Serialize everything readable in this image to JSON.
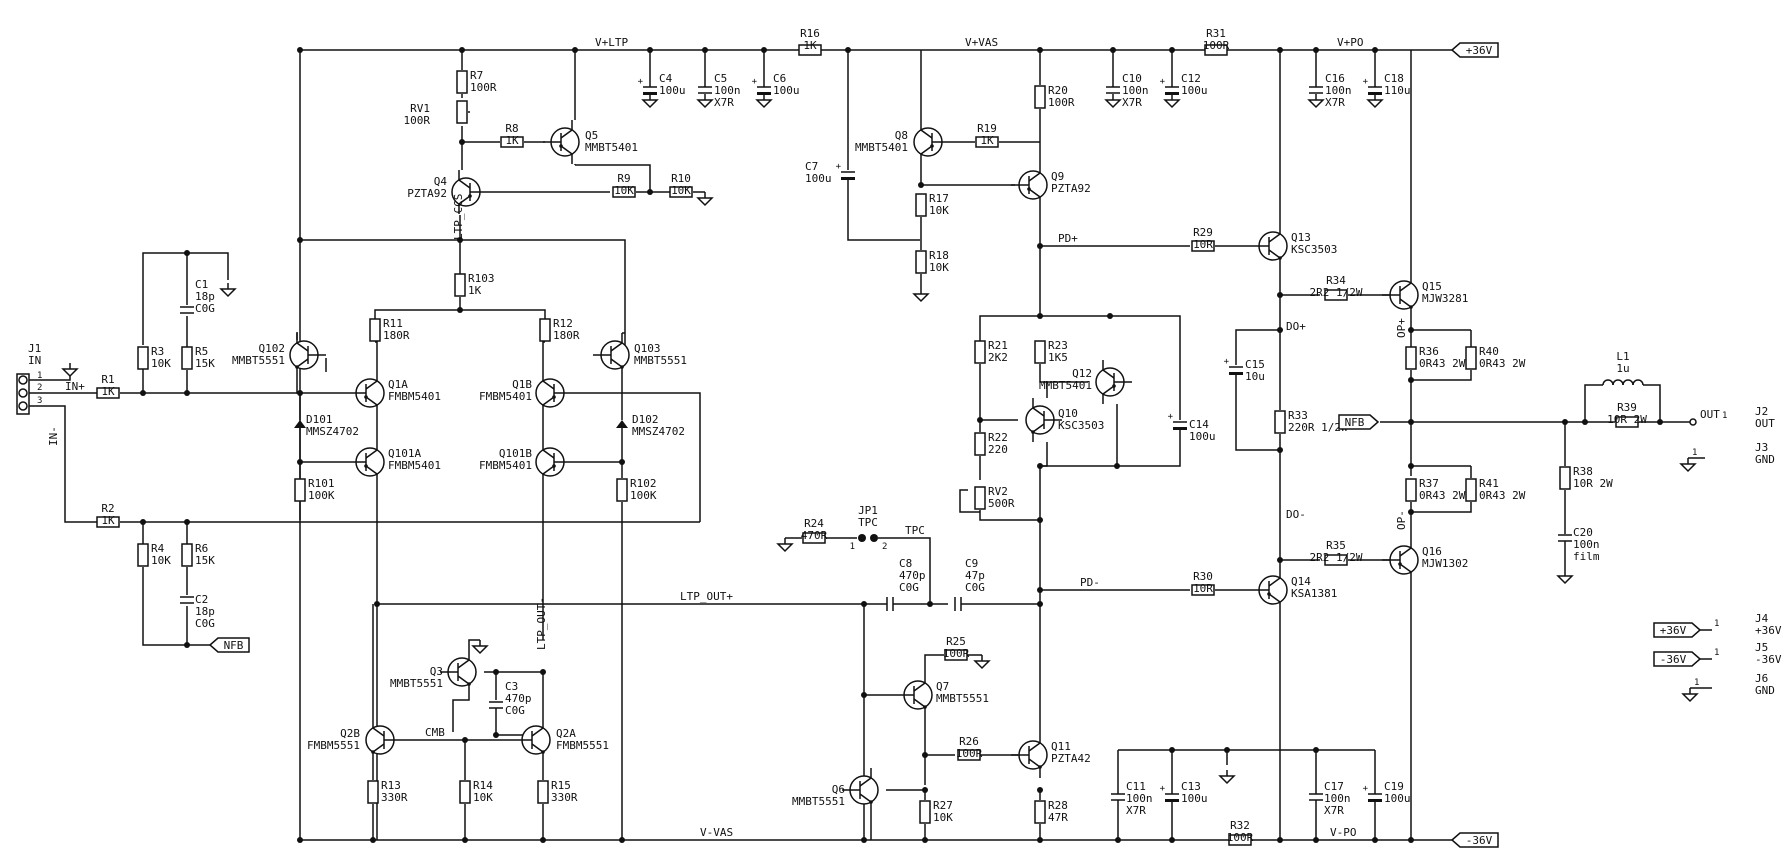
{
  "rails": {
    "vltp": "V+LTP",
    "vvas": "V+VAS",
    "vpo": "V+PO",
    "vvas_neg": "V-VAS",
    "vpo_neg": "V-PO",
    "ltp_ccs": "LTP_CCS",
    "ltp_out_pos": "LTP_OUT+",
    "ltp_out_neg": "LTP_OUT-",
    "cmb": "CMB",
    "pd_pos": "PD+",
    "pd_neg": "PD-",
    "do_pos": "DO+",
    "do_neg": "DO-",
    "op_pos": "OP+",
    "op_neg": "OP-",
    "tpc": "TPC",
    "in_pos": "IN+",
    "in_neg": "IN-"
  },
  "flags": {
    "p36": "+36V",
    "n36": "-36V",
    "nfb": "NFB"
  },
  "resistors": {
    "R16": [
      "R16",
      "1K"
    ],
    "R31": [
      "R31",
      "100R"
    ],
    "R7": [
      "R7",
      "100R"
    ],
    "RV1": [
      "RV1",
      "100R"
    ],
    "R8": [
      "R8",
      "1K"
    ],
    "R9": [
      "R9",
      "10K"
    ],
    "R10": [
      "R10",
      "10K"
    ],
    "R103": [
      "R103",
      "1K"
    ],
    "R11": [
      "R11",
      "180R"
    ],
    "R12": [
      "R12",
      "180R"
    ],
    "R1": [
      "R1",
      "1K"
    ],
    "R2": [
      "R2",
      "1K"
    ],
    "R3": [
      "R3",
      "10K"
    ],
    "R5": [
      "R5",
      "15K"
    ],
    "R4": [
      "R4",
      "10K"
    ],
    "R6": [
      "R6",
      "15K"
    ],
    "R101": [
      "R101",
      "100K"
    ],
    "R102": [
      "R102",
      "100K"
    ],
    "R13": [
      "R13",
      "330R"
    ],
    "R14": [
      "R14",
      "10K"
    ],
    "R15": [
      "R15",
      "330R"
    ],
    "R20": [
      "R20",
      "100R"
    ],
    "R19": [
      "R19",
      "1K"
    ],
    "R17": [
      "R17",
      "10K"
    ],
    "R18": [
      "R18",
      "10K"
    ],
    "R29": [
      "R29",
      "10R"
    ],
    "R21": [
      "R21",
      "2K2"
    ],
    "R23": [
      "R23",
      "1K5"
    ],
    "R22": [
      "R22",
      "220"
    ],
    "RV2": [
      "RV2",
      "500R"
    ],
    "R24": [
      "R24",
      "470R"
    ],
    "R25": [
      "R25",
      "100R"
    ],
    "R26": [
      "R26",
      "100R"
    ],
    "R27": [
      "R27",
      "10K"
    ],
    "R28": [
      "R28",
      "47R"
    ],
    "R30": [
      "R30",
      "10R"
    ],
    "R32": [
      "R32",
      "100R"
    ],
    "R34": [
      "R34",
      "2R2 1/2W"
    ],
    "R35": [
      "R35",
      "2R2 1/2W"
    ],
    "R33": [
      "R33",
      "220R 1/2W"
    ],
    "R36": [
      "R36",
      "0R43 2W"
    ],
    "R40": [
      "R40",
      "0R43 2W"
    ],
    "R37": [
      "R37",
      "0R43 2W"
    ],
    "R41": [
      "R41",
      "0R43 2W"
    ],
    "R39": [
      "R39",
      "10R 2W"
    ],
    "R38": [
      "R38",
      "10R 2W"
    ]
  },
  "capacitors": {
    "C4": [
      "C4",
      "100u"
    ],
    "C5": [
      "C5",
      "100n",
      "X7R"
    ],
    "C6": [
      "C6",
      "100u"
    ],
    "C7": [
      "C7",
      "100u"
    ],
    "C10": [
      "C10",
      "100n",
      "X7R"
    ],
    "C12": [
      "C12",
      "100u"
    ],
    "C16": [
      "C16",
      "100n",
      "X7R"
    ],
    "C18": [
      "C18",
      "110u"
    ],
    "C1": [
      "C1",
      "18p",
      "C0G"
    ],
    "C2": [
      "C2",
      "18p",
      "C0G"
    ],
    "C3": [
      "C3",
      "470p",
      "C0G"
    ],
    "C8": [
      "C8",
      "470p",
      "C0G"
    ],
    "C9": [
      "C9",
      "47p",
      "C0G"
    ],
    "C14": [
      "C14",
      "100u"
    ],
    "C15": [
      "C15",
      "10u"
    ],
    "C11": [
      "C11",
      "100n",
      "X7R"
    ],
    "C13": [
      "C13",
      "100u"
    ],
    "C17": [
      "C17",
      "100n",
      "X7R"
    ],
    "C19": [
      "C19",
      "100u"
    ],
    "C20": [
      "C20",
      "100n",
      "film"
    ]
  },
  "transistors": {
    "Q5": [
      "Q5",
      "MMBT5401"
    ],
    "Q4": [
      "Q4",
      "PZTA92"
    ],
    "Q102": [
      "Q102",
      "MMBT5551"
    ],
    "Q103": [
      "Q103",
      "MMBT5551"
    ],
    "Q1A": [
      "Q1A",
      "FMBM5401"
    ],
    "Q1B": [
      "Q1B",
      "FMBM5401"
    ],
    "Q101A": [
      "Q101A",
      "FMBM5401"
    ],
    "Q101B": [
      "Q101B",
      "FMBM5401"
    ],
    "Q3": [
      "Q3",
      "MMBT5551"
    ],
    "Q2B": [
      "Q2B",
      "FMBM5551"
    ],
    "Q2A": [
      "Q2A",
      "FMBM5551"
    ],
    "Q8": [
      "Q8",
      "MMBT5401"
    ],
    "Q9": [
      "Q9",
      "PZTA92"
    ],
    "Q10": [
      "Q10",
      "KSC3503"
    ],
    "Q12": [
      "Q12",
      "MMBT5401"
    ],
    "Q7": [
      "Q7",
      "MMBT5551"
    ],
    "Q6": [
      "Q6",
      "MMBT5551"
    ],
    "Q11": [
      "Q11",
      "PZTA42"
    ],
    "Q13": [
      "Q13",
      "KSC3503"
    ],
    "Q14": [
      "Q14",
      "KSA1381"
    ],
    "Q15": [
      "Q15",
      "MJW3281"
    ],
    "Q16": [
      "Q16",
      "MJW1302"
    ]
  },
  "diodes": {
    "D101": [
      "D101",
      "MMSZ4702"
    ],
    "D102": [
      "D102",
      "MMSZ4702"
    ]
  },
  "misc": {
    "L1": [
      "L1",
      "1u"
    ],
    "JP1": [
      "JP1",
      "TPC"
    ],
    "J1": [
      "J1",
      "IN"
    ],
    "J2": [
      "J2",
      "OUT"
    ],
    "J3": [
      "J3",
      "GND"
    ],
    "J4": [
      "J4",
      "+36V"
    ],
    "J5": [
      "J5",
      "-36V"
    ],
    "J6": [
      "J6",
      "GND"
    ],
    "out_net": "OUT"
  }
}
